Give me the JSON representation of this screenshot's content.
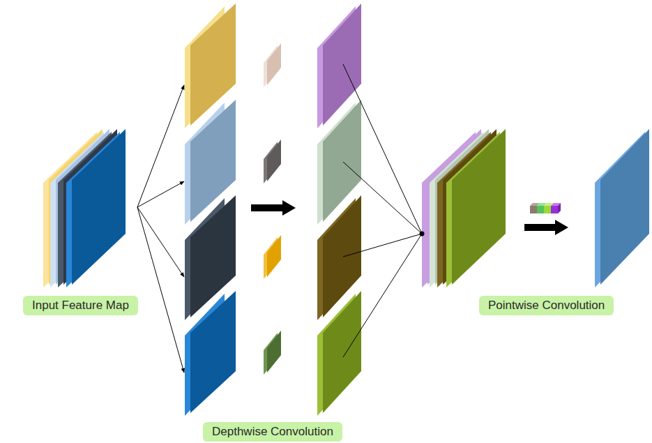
{
  "diagram": {
    "nodes": [
      {
        "text": [
          "Input Feature Map"
        ]
      },
      {
        "text": [
          "Depthwise Convolution"
        ]
      },
      {
        "text": [
          "Pointwise Convolution"
        ]
      }
    ]
  }
}
